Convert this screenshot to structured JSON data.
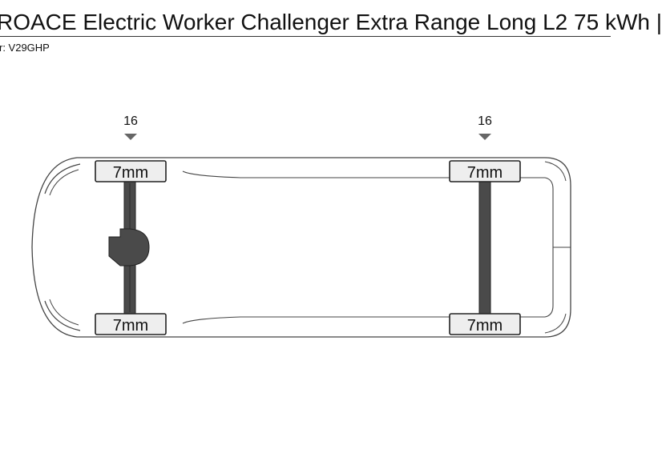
{
  "header": {
    "title": "ROACE Electric Worker Challenger Extra Range Long L2 75 kWh |",
    "subtitle": "r: V29GHP"
  },
  "colors": {
    "axle_fill": "#4a4a4a",
    "outline": "#444444",
    "marker": "#666666",
    "tyre_fill": "#eeeeee"
  },
  "axles": [
    {
      "name": "front",
      "label": "16",
      "tyres": {
        "top": "7mm",
        "bottom": "7mm"
      }
    },
    {
      "name": "rear",
      "label": "16",
      "tyres": {
        "top": "7mm",
        "bottom": "7mm"
      }
    }
  ]
}
